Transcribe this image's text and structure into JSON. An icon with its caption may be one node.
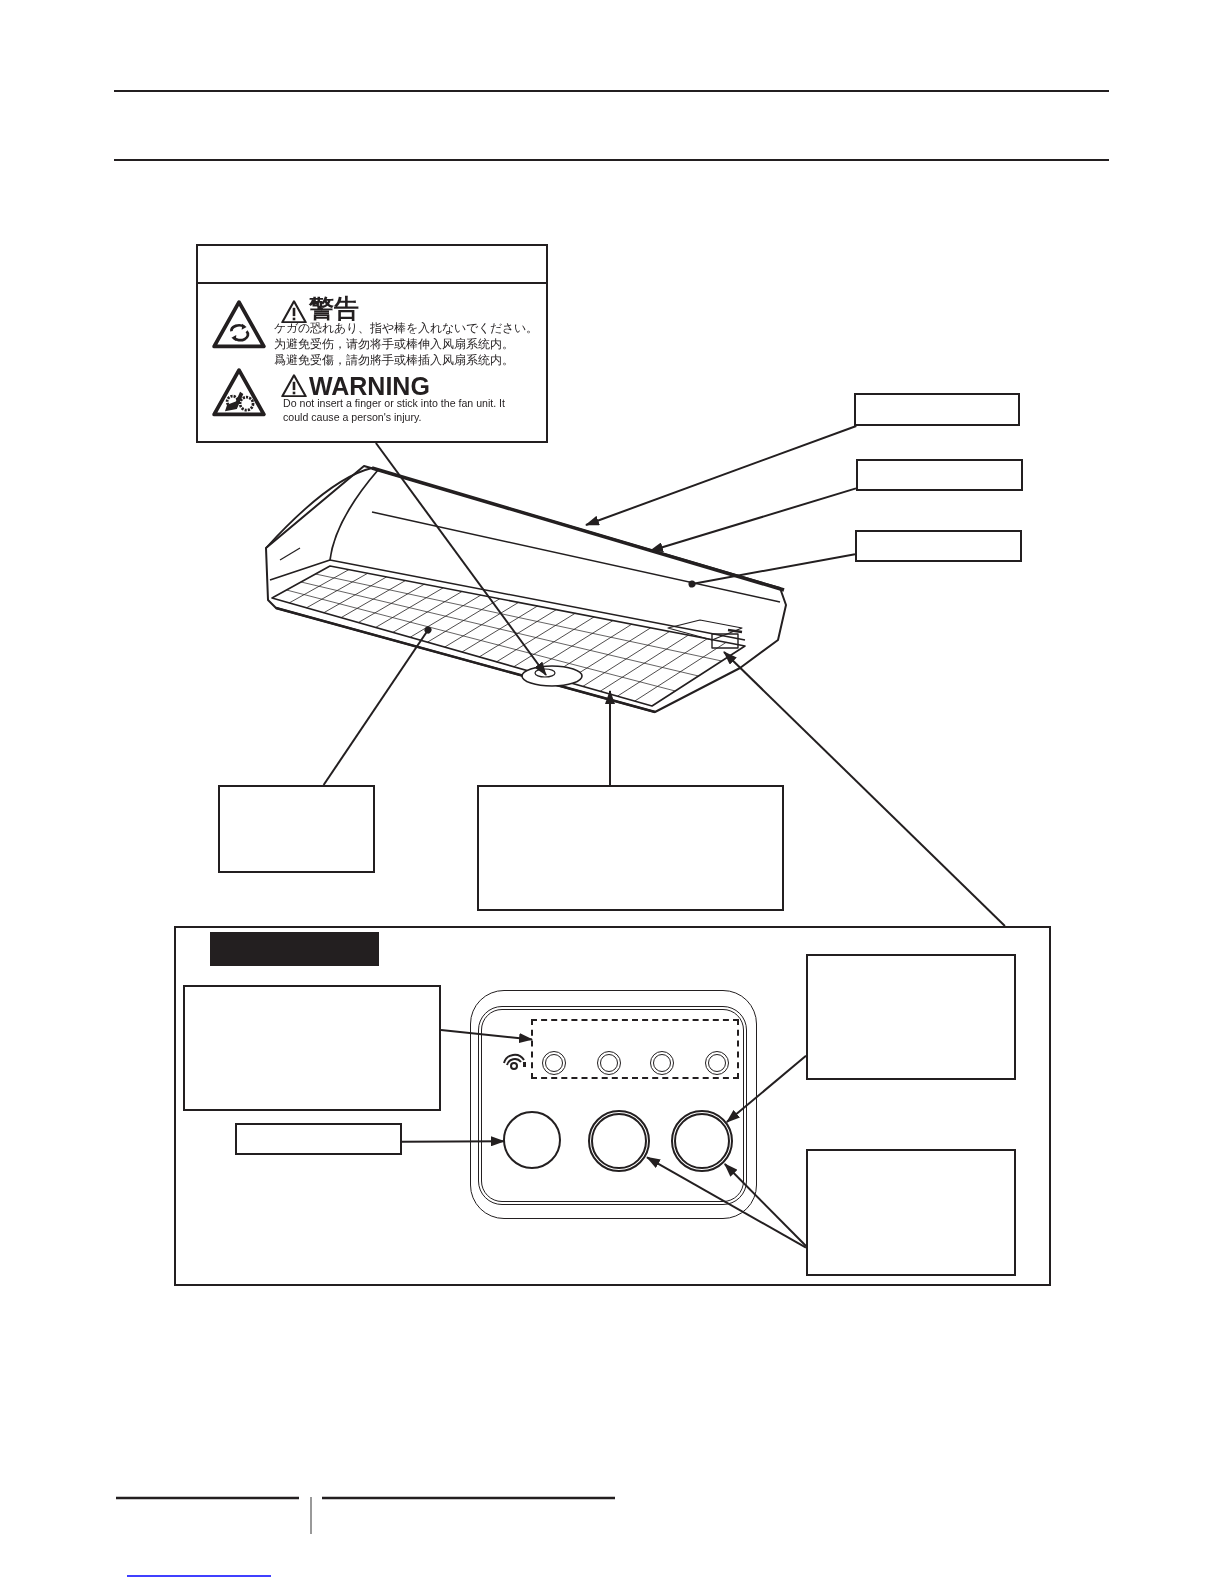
{
  "diagram": {
    "nodes": [
      {
        "text": [
          "警告",
          "ケガの恐れあり、指や棒を入れないでください。",
          "为避免受伤，请勿将手或棒伸入风扇系统内。",
          "爲避免受傷，請勿將手或棒插入风扇系统内。",
          "WARNING",
          "Do not insert a finger or stick into the fan unit. It could cause a person's injury."
        ]
      },
      {
        "text": [],
        "shape": "box"
      },
      {
        "text": [],
        "shape": "box"
      },
      {
        "text": [],
        "shape": "box"
      },
      {
        "text": [],
        "shape": "box"
      },
      {
        "text": [],
        "shape": "box"
      },
      {
        "text": [],
        "shape": "box"
      },
      {
        "text": [],
        "shape": "bar",
        "in": 6
      },
      {
        "text": [],
        "shape": "box",
        "in": 6
      },
      {
        "text": [],
        "shape": "box",
        "in": 6
      },
      {
        "text": [],
        "shape": "box",
        "in": 6
      },
      {
        "text": [],
        "shape": "box",
        "in": 6
      },
      {
        "text": [],
        "shape": "box",
        "in": 6
      },
      {
        "text": [],
        "shape": "box",
        "in": 12
      },
      {
        "text": [],
        "shape": "circle",
        "in": 12
      },
      {
        "text": [],
        "shape": "circle",
        "in": 12
      },
      {
        "text": [],
        "shape": "circle",
        "in": 12
      },
      {
        "text": [],
        "shape": "picture"
      }
    ],
    "edges": [
      {
        "from": 1,
        "to": 17,
        "arrow": "to"
      },
      {
        "from": 2,
        "to": 17,
        "arrow": "to"
      },
      {
        "from": 3,
        "to": 17,
        "arrow": "other"
      },
      {
        "from": 0,
        "to": 17,
        "arrow": "to"
      },
      {
        "from": 4,
        "to": 17,
        "arrow": "other"
      },
      {
        "from": 5,
        "to": 17,
        "arrow": "to"
      },
      {
        "from": 6,
        "to": 17,
        "arrow": "to"
      },
      {
        "from": 8,
        "to": 13,
        "arrow": "to"
      },
      {
        "from": 9,
        "to": 14,
        "arrow": "to"
      },
      {
        "from": 10,
        "to": 16,
        "arrow": "to"
      },
      {
        "from": 11,
        "to": 15,
        "arrow": "to"
      },
      {
        "from": 11,
        "to": 16,
        "arrow": "to"
      }
    ]
  }
}
